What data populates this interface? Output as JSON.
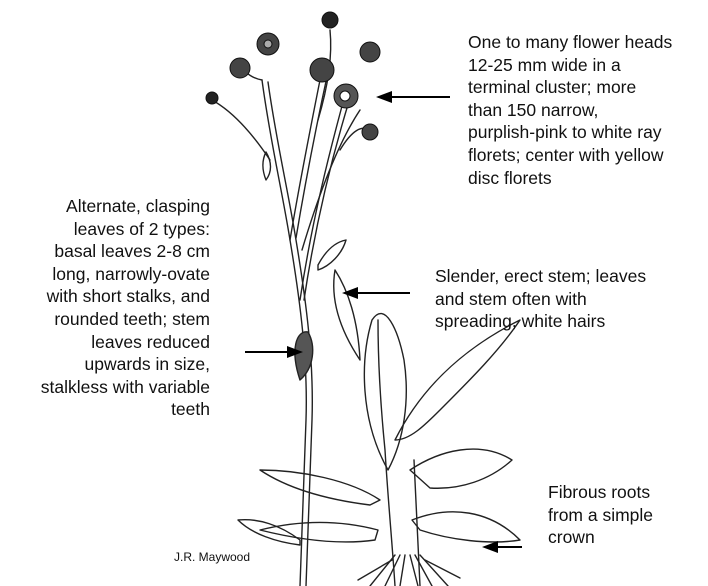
{
  "annotations": {
    "flower_heads": {
      "lines": [
        "One to many flower heads",
        "12-25 mm wide in a",
        "terminal cluster; more",
        "than 150 narrow,",
        "purplish-pink to white ray",
        "florets; center with yellow",
        "disc florets"
      ]
    },
    "leaves": {
      "lines": [
        "Alternate, clasping",
        "leaves of 2 types:",
        "basal leaves 2-8 cm",
        "long, narrowly-ovate",
        "with short stalks, and",
        "rounded teeth; stem",
        "leaves reduced",
        "upwards in size,",
        "stalkless with variable",
        "teeth"
      ]
    },
    "stem": {
      "lines": [
        "Slender, erect stem; leaves",
        "and stem often with",
        "spreading, white hairs"
      ]
    },
    "roots": {
      "lines": [
        "Fibrous roots",
        "from a simple",
        "crown"
      ]
    }
  },
  "credit": "J.R. Maywood"
}
